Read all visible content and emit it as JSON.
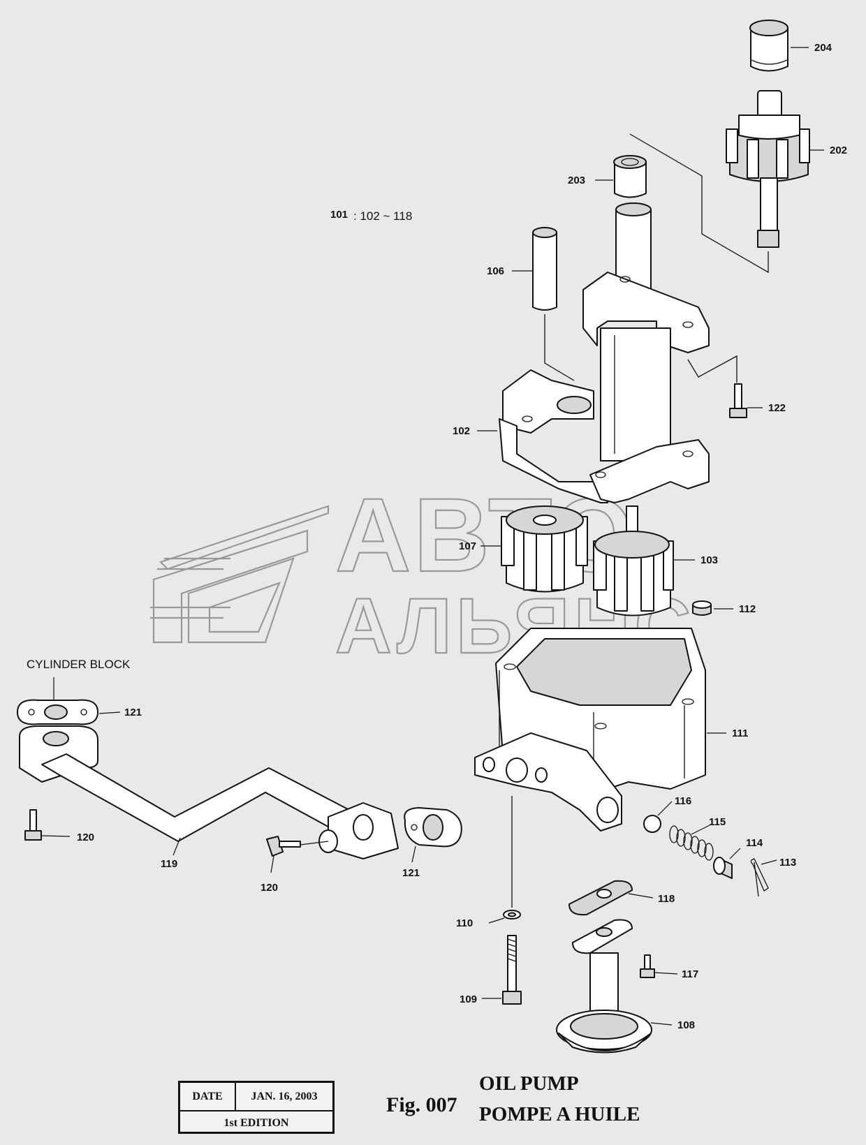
{
  "assembly_note": {
    "part": "101",
    "range": ": 102 ~ 118"
  },
  "external_label": "CYLINDER BLOCK",
  "callouts": {
    "p102": "102",
    "p103": "103",
    "p106": "106",
    "p107": "107",
    "p108": "108",
    "p109": "109",
    "p110": "110",
    "p111": "111",
    "p112": "112",
    "p113": "113",
    "p114": "114",
    "p115": "115",
    "p116": "116",
    "p117": "117",
    "p118": "118",
    "p119": "119",
    "p120a": "120",
    "p120b": "120",
    "p121a": "121",
    "p121b": "121",
    "p122": "122",
    "p202": "202",
    "p203": "203",
    "p204": "204"
  },
  "watermark": {
    "line1": "АВТО",
    "line2": "АЛЬЯНС"
  },
  "title_block": {
    "date_label": "DATE",
    "date_value": "JAN. 16, 2003",
    "edition": "1st EDITION"
  },
  "figure": {
    "number": "Fig. 007",
    "title_en": "OIL PUMP",
    "title_fr": "POMPE A HUILE"
  }
}
